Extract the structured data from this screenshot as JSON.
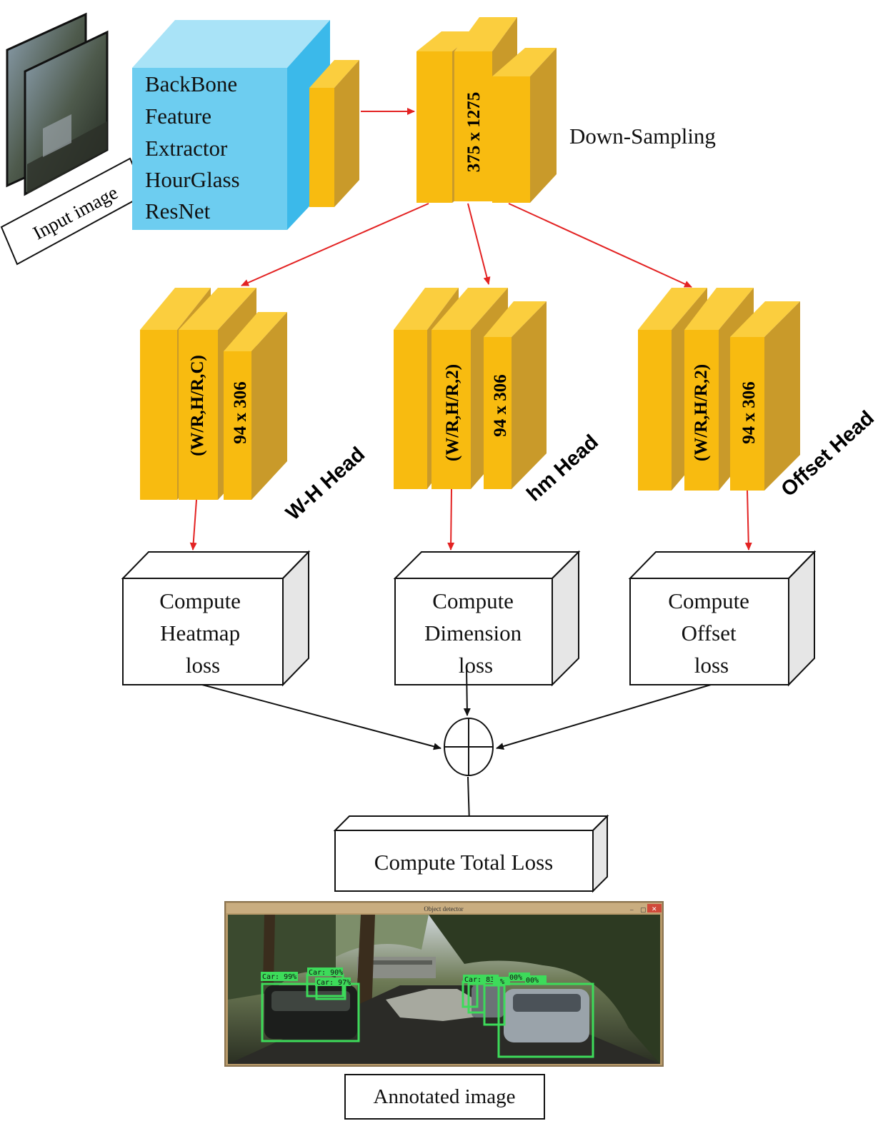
{
  "backbone": {
    "lines": [
      "BackBone",
      "Feature",
      "Extractor",
      "HourGlass",
      "ResNet"
    ]
  },
  "input_label": "Input image",
  "downsampling": {
    "dim": "375 x 1275",
    "label": "Down-Sampling"
  },
  "heads": [
    {
      "shape": "(W/R,H/R,C)",
      "dim": "94 x 306",
      "label": "W-H Head"
    },
    {
      "shape": "(W/R,H/R,2)",
      "dim": "94 x 306",
      "label": "hm Head"
    },
    {
      "shape": "(W/R,H/R,2)",
      "dim": "94 x 306",
      "label": "Offset Head"
    }
  ],
  "loss_boxes": [
    {
      "lines": [
        "Compute",
        "Heatmap",
        "loss"
      ]
    },
    {
      "lines": [
        "Compute",
        "Dimension",
        "loss"
      ]
    },
    {
      "lines": [
        "Compute",
        "Offset",
        "loss"
      ]
    }
  ],
  "total": {
    "label": "Compute Total Loss"
  },
  "annotated": {
    "window_title": "Object detector",
    "window_buttons": [
      "–",
      "▢",
      "✕"
    ],
    "detections": [
      "Car: 99%",
      "Car: 90%",
      "Car: 97%",
      "Car: 83%",
      "%",
      "00%",
      "00%"
    ],
    "label": "Annotated image"
  },
  "colors": {
    "accent_arrow": "#e32222",
    "block_front": "#f8bb10",
    "block_top": "#fbce3e",
    "block_side": "#c99a2a",
    "cube_front": "#6dcdf0",
    "cube_top": "#a9e3f7",
    "cube_side": "#3bb9ea",
    "detection_box": "#3ddb5a"
  }
}
